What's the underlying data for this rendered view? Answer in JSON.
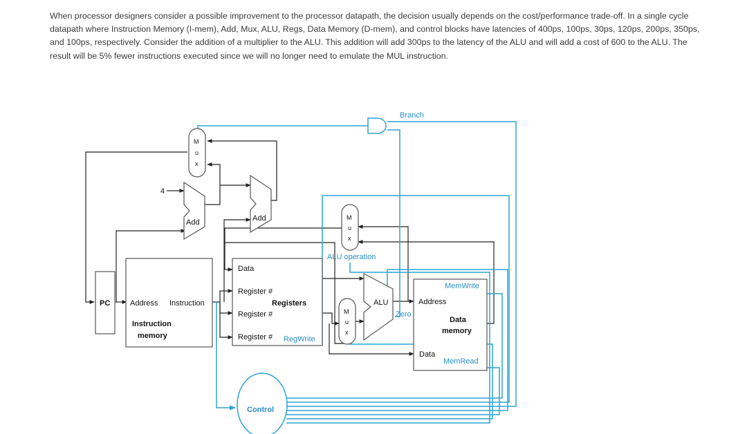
{
  "question": {
    "paragraph": "When processor designers consider a possible improvement to the processor datapath, the decision usually depends on the cost/performance trade-off. In a single cycle datapath where Instruction Memory (I-mem), Add, Mux, ALU, Regs, Data Memory (D-mem), and control blocks have latencies of 400ps, 100ps, 30ps, 120ps, 200ps, 350ps, and 100ps, respectively. Consider the addition of a multiplier to the ALU. This addition will add 300ps to the latency of the ALU and will add a cost of 600 to the ALU. The result will be 5% fewer instructions executed since we will no longer need to emulate the MUL instruction."
  },
  "diagram": {
    "pc": "PC",
    "instruction_memory": {
      "address": "Address",
      "instruction": "Instruction",
      "title_line1": "Instruction",
      "title_line2": "memory"
    },
    "adder_pc": "Add",
    "adder_branch": "Add",
    "constant_four": "4",
    "registers": {
      "title": "Registers",
      "data": "Data",
      "register1": "Register #",
      "register2": "Register #",
      "register3": "Register #",
      "regwrite": "RegWrite"
    },
    "mux_letters": [
      "M",
      "u",
      "x"
    ],
    "alu": "ALU",
    "alu_operation": "ALU operation",
    "zero": "Zero",
    "branch": "Branch",
    "data_memory": {
      "memwrite": "MemWrite",
      "address": "Address",
      "title_line1": "Data",
      "title_line2": "memory",
      "data": "Data",
      "memread": "MemRead"
    },
    "control": "Control"
  }
}
